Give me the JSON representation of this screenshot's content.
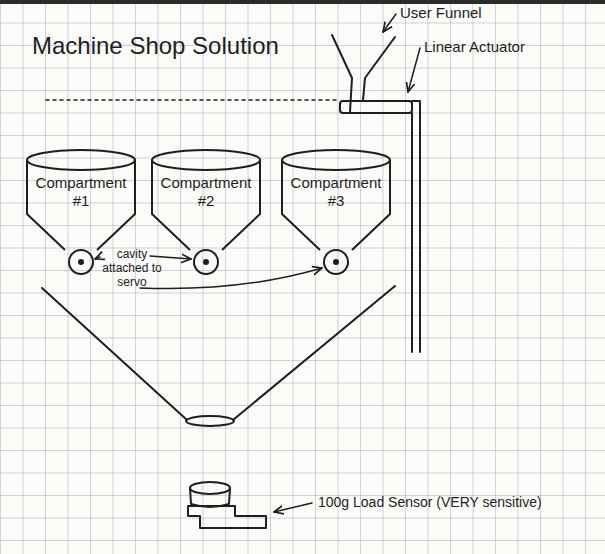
{
  "diagram": {
    "title": "Machine Shop Solution",
    "nodes": [
      {
        "text": [
          "Compartment #1"
        ]
      },
      {
        "text": [
          "Compartment #2"
        ]
      },
      {
        "text": [
          "Compartment #3"
        ]
      }
    ],
    "labels": [
      "User Funnel",
      "Linear Actuator",
      "cavity attached to servo",
      "100g Load Sensor (VERY sensitive)"
    ]
  }
}
